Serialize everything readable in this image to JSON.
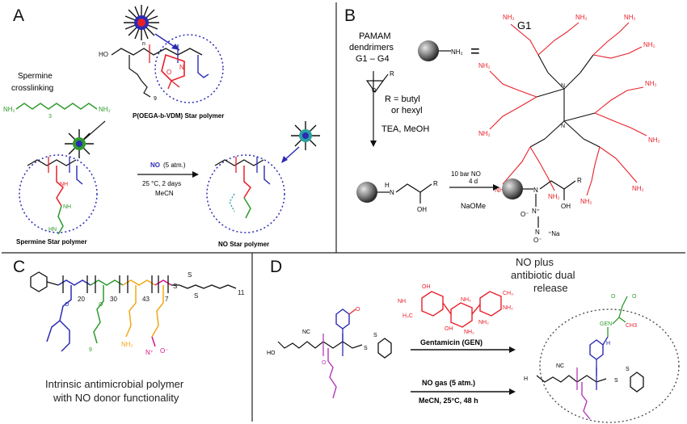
{
  "panels": {
    "a": {
      "label": "A",
      "crosslinking": "Spermine\ncrosslinking",
      "star_title": "P(OEGA-b-VDM) Star polymer",
      "spermine_title": "Spermine Star polymer",
      "no_title": "NO Star polymer",
      "cond_no": "NO",
      "cond_atm": "(5 atm.)",
      "cond_temp": "25 °C, 2 days",
      "cond_solvent": "MeCN",
      "sub_n": "n",
      "sub_9": "9",
      "sub_3": "3",
      "ho": "HO",
      "nh": "NH",
      "nh2": "NH₂",
      "hn": "HN"
    },
    "b": {
      "label": "B",
      "pamam_l1": "PAMAM",
      "pamam_l2": "dendrimers",
      "pamam_l3": "G1 – G4",
      "nh2": "NH₂",
      "equals": "=",
      "g1": "G1",
      "r_eq_l1": "R = butyl",
      "r_eq_l2": "or hexyl",
      "r": "R",
      "tea": "TEA, MeOH",
      "cond_l1": "10 bar NO",
      "cond_l2": "4 d",
      "naome": "NaOMe",
      "h": "H",
      "n": "N",
      "oh": "OH",
      "o_minus": "O⁻",
      "n_plus": "N⁺",
      "na": "⁺Na",
      "nh": "NH",
      "o": "O"
    },
    "c": {
      "label": "C",
      "caption_l1": "Intrinsic antimicrobial polymer",
      "caption_l2": "with NO donor functionality",
      "n20": "20",
      "n30": "30",
      "n43": "43",
      "n7": "7",
      "n11": "11",
      "n9": "9",
      "s": "S",
      "o": "O",
      "nh2": "NH₂",
      "nplus": "N⁺",
      "ominus": "O⁻"
    },
    "d": {
      "label": "D",
      "title_l1": "NO plus",
      "title_l2": "antibiotic dual",
      "title_l3": "release",
      "gen": "Gentamicin (GEN)",
      "no_gas": "NO gas (5 atm.)",
      "cond": "MeCN, 25°C, 48 h",
      "nh": "NH",
      "oh": "OH",
      "h3c": "H₃C",
      "ch3": "CH₃",
      "nh2": "NH₂",
      "nc": "NC",
      "ho": "HO",
      "s": "S",
      "o": "O",
      "gen_n": "GEN",
      "ch3b": "CH3",
      "h": "H"
    }
  },
  "colors": {
    "red": "#e8202a",
    "blue": "#2b2bb5",
    "green": "#2e9a2e",
    "purple": "#b23bb8",
    "orange": "#f0a818",
    "teal": "#2aa0a0",
    "magenta": "#d3148a",
    "navy": "#1c3d8f"
  }
}
